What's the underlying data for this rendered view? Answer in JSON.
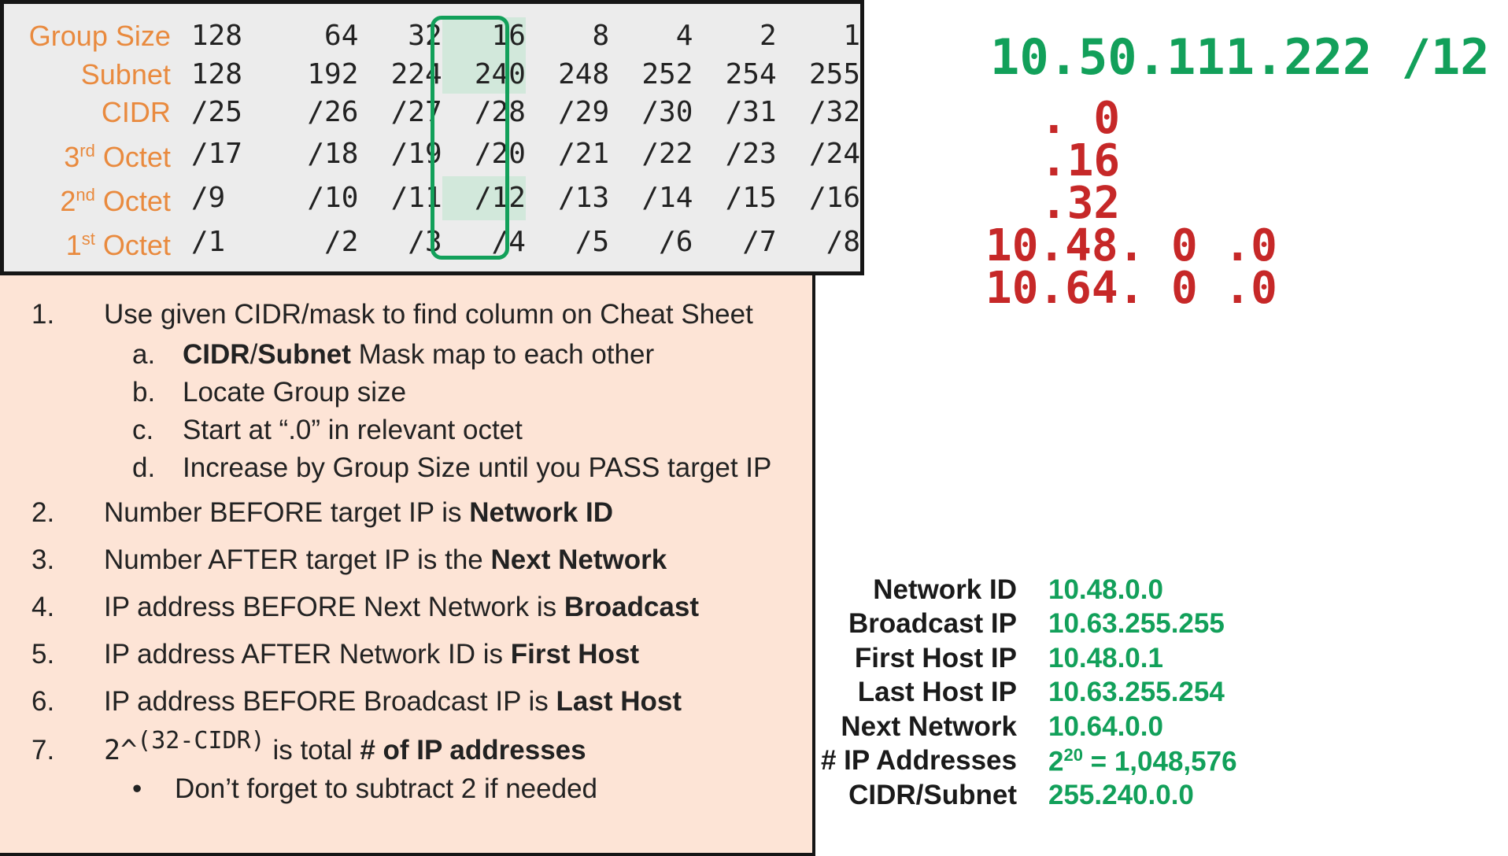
{
  "cheat_sheet": {
    "rows": [
      {
        "label": "Group Size",
        "values": [
          "128",
          "64",
          "32",
          "16",
          "8",
          "4",
          "2",
          "1"
        ]
      },
      {
        "label": "Subnet",
        "values": [
          "128",
          "192",
          "224",
          "240",
          "248",
          "252",
          "254",
          "255"
        ]
      },
      {
        "label": "CIDR",
        "values": [
          "/25",
          "/26",
          "/27",
          "/28",
          "/29",
          "/30",
          "/31",
          "/32"
        ]
      },
      {
        "label_num": "3",
        "label_sup": "rd",
        "label_rest": " Octet",
        "values": [
          "/17",
          "/18",
          "/19",
          "/20",
          "/21",
          "/22",
          "/23",
          "/24"
        ]
      },
      {
        "label_num": "2",
        "label_sup": "nd",
        "label_rest": " Octet",
        "values": [
          "/9",
          "/10",
          "/11",
          "/12",
          "/13",
          "/14",
          "/15",
          "/16"
        ]
      },
      {
        "label_num": "1",
        "label_sup": "st",
        "label_rest": " Octet",
        "values": [
          "/1",
          "/2",
          "/3",
          "/4",
          "/5",
          "/6",
          "/7",
          "/8"
        ]
      }
    ],
    "highlight_color": "#d2e8db",
    "column_box_color": "#12a05a"
  },
  "steps": {
    "s1": {
      "num": "1.",
      "text": "Use given CIDR/mask to find column on Cheat Sheet"
    },
    "s1a": {
      "num": "a.",
      "bold1": "CIDR",
      "sep": "/",
      "bold2": "Subnet",
      "rest": " Mask map to each other"
    },
    "s1b": {
      "num": "b.",
      "text": "Locate Group size"
    },
    "s1c": {
      "num": "c.",
      "text": "Start at “.0” in relevant octet"
    },
    "s1d": {
      "num": "d.",
      "text": "Increase by Group Size until you PASS target IP"
    },
    "s2": {
      "num": "2.",
      "text": "Number BEFORE target IP is ",
      "bold": "Network ID"
    },
    "s3": {
      "num": "3.",
      "text": "Number AFTER target IP is the ",
      "bold": "Next Network"
    },
    "s4": {
      "num": "4.",
      "text": "IP address BEFORE Next Network is ",
      "bold": "Broadcast"
    },
    "s5": {
      "num": "5.",
      "text": "IP address AFTER Network ID is ",
      "bold": "First Host"
    },
    "s6": {
      "num": "6.",
      "text": "IP address BEFORE Broadcast IP is ",
      "bold": "Last Host"
    },
    "s7": {
      "num": "7.",
      "base": "2^",
      "exp": "(32-CIDR)",
      "text": " is total ",
      "bold": "# of IP addresses"
    },
    "s7_bullet": {
      "num": "•",
      "text": "Don’t forget to subtract 2 if needed"
    }
  },
  "calc": {
    "title": "10.50.111.222 /12",
    "lines": [
      ". 0",
      ".16",
      ".32",
      "10.48. 0 .0",
      "10.64. 0 .0"
    ],
    "title_color": "#12a05a",
    "lines_color": "#c62828"
  },
  "results": {
    "network_id": {
      "label": "Network ID",
      "value": "10.48.0.0"
    },
    "broadcast": {
      "label": "Broadcast IP",
      "value": "10.63.255.255"
    },
    "first_host": {
      "label": "First Host IP",
      "value": "10.48.0.1"
    },
    "last_host": {
      "label": "Last Host IP",
      "value": "10.63.255.254"
    },
    "next_network": {
      "label": "Next Network",
      "value": "10.64.0.0"
    },
    "ip_count": {
      "label": "# IP Addresses",
      "value_base": "2",
      "value_exp": "20",
      "value_rest": " = 1,048,576"
    },
    "cidr_subnet": {
      "label": "CIDR/Subnet",
      "value": "255.240.0.0"
    },
    "value_color": "#12a05a"
  }
}
